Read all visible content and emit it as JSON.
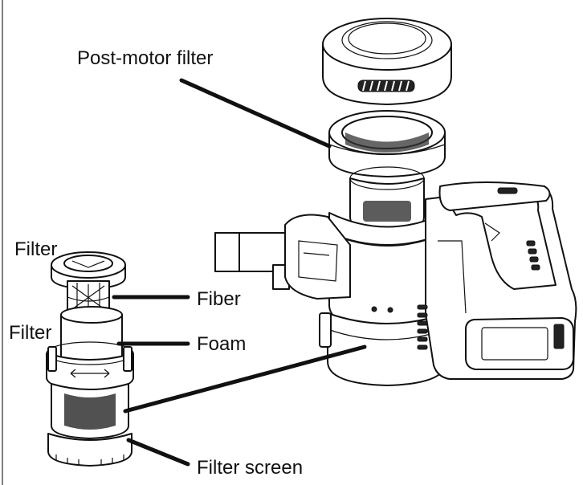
{
  "labels": {
    "post_motor_filter": "Post-motor filter",
    "filter_top": "Filter",
    "fiber": "Fiber",
    "filter_mid": "Filter",
    "foam": "Foam",
    "filter_screen": "Filter screen"
  },
  "colors": {
    "line": "#111111",
    "background": "#ffffff",
    "mesh": "#333333"
  }
}
